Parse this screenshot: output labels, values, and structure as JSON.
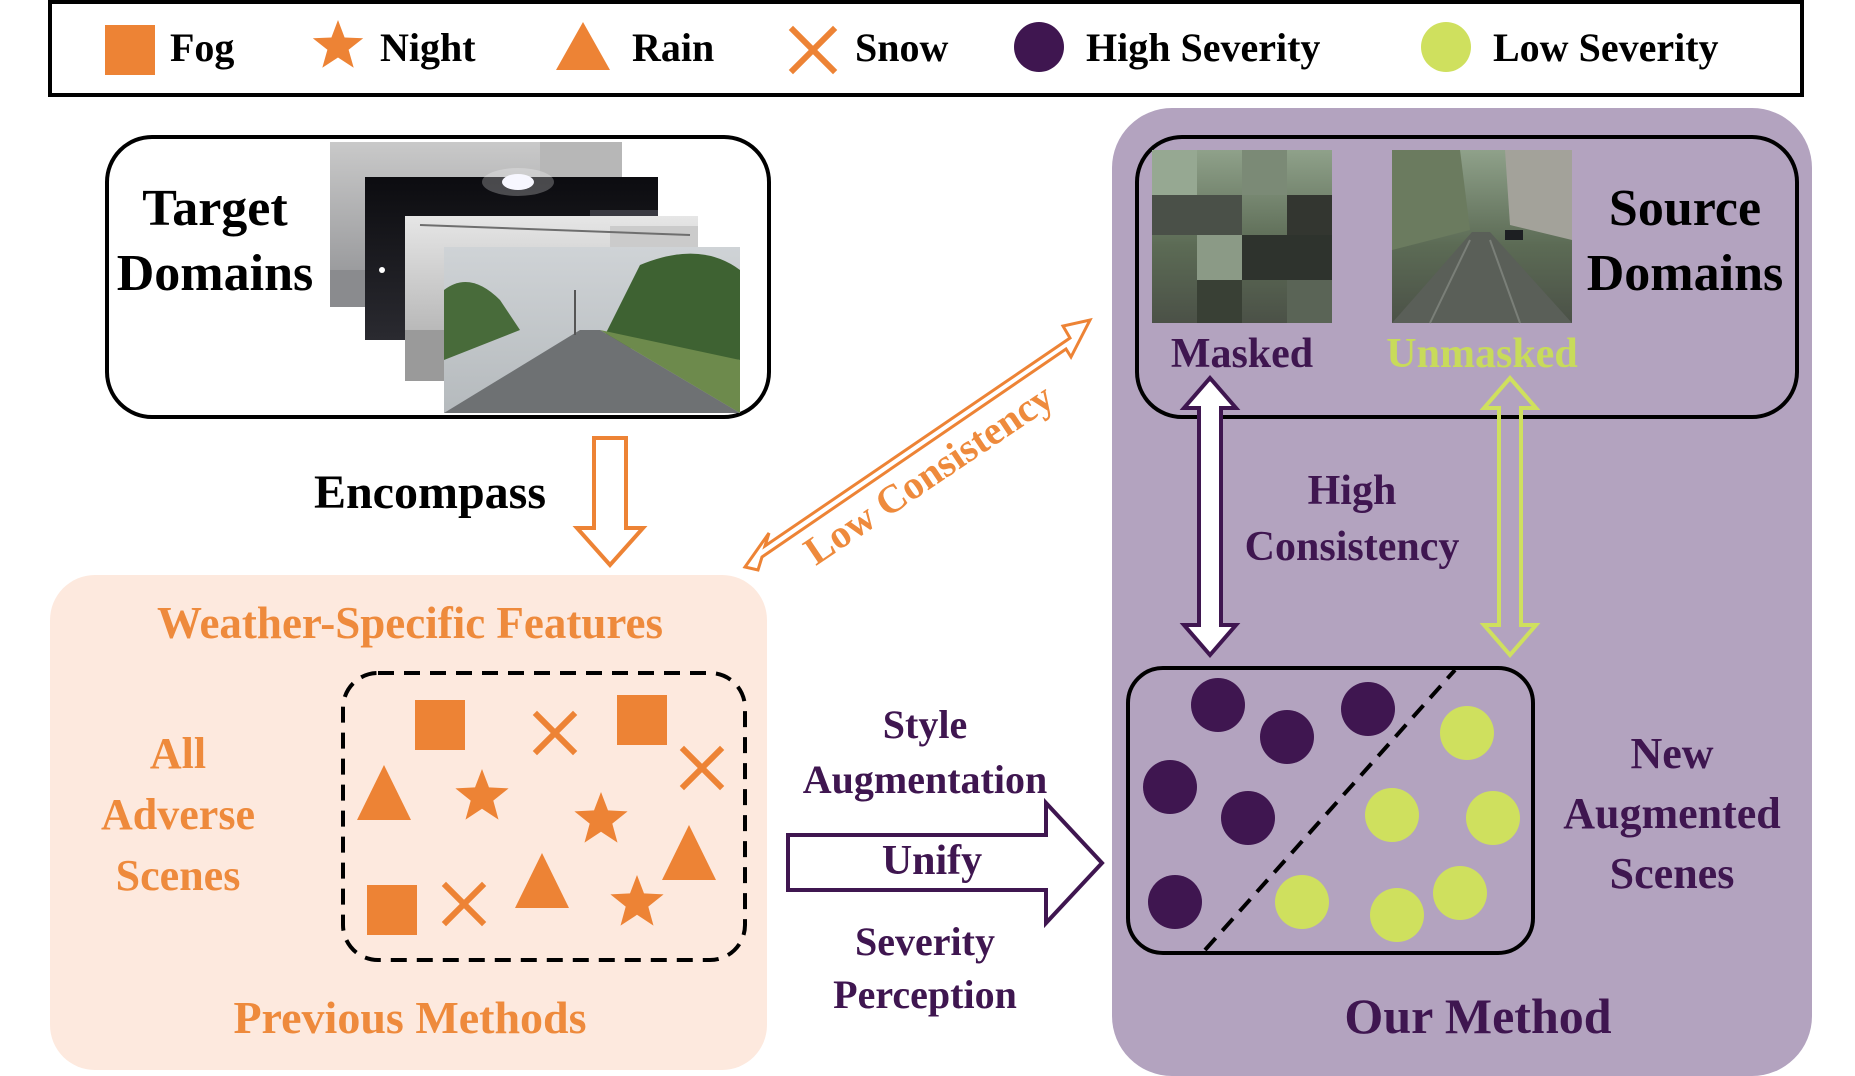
{
  "legend": {
    "fog": "Fog",
    "night": "Night",
    "rain": "Rain",
    "snow": "Snow",
    "high": "High Severity",
    "low": "Low Severity"
  },
  "target": {
    "line1": "Target",
    "line2": "Domains"
  },
  "encompass": "Encompass",
  "prev": {
    "heading": "Weather-Specific Features",
    "scenes": [
      "All",
      "Adverse",
      "Scenes"
    ],
    "footer": "Previous Methods"
  },
  "middle": {
    "style": [
      "Style",
      "Augmentation"
    ],
    "unify": "Unify",
    "severity": [
      "Severity",
      "Perception"
    ]
  },
  "low_consistency": "Low Consistency",
  "source": {
    "line1": "Source",
    "line2": "Domains",
    "masked": "Masked",
    "unmasked": "Unmasked"
  },
  "high_consistency": [
    "High",
    "Consistency"
  ],
  "new_scenes": [
    "New",
    "Augmented",
    "Scenes"
  ],
  "our_method": "Our Method",
  "colors": {
    "orange": "#ed8335",
    "orange_text": "#ee8a3c",
    "purple": "#3f1650",
    "lime": "#cfe05e",
    "lime_text": "#c8db5a",
    "panel_purple": "#b3a3bf",
    "panel_peach": "#fde9de"
  },
  "icons": [
    "square-fog-icon",
    "star-night-icon",
    "triangle-rain-icon",
    "cross-snow-icon",
    "dot-high-severity-icon",
    "dot-low-severity-icon"
  ]
}
